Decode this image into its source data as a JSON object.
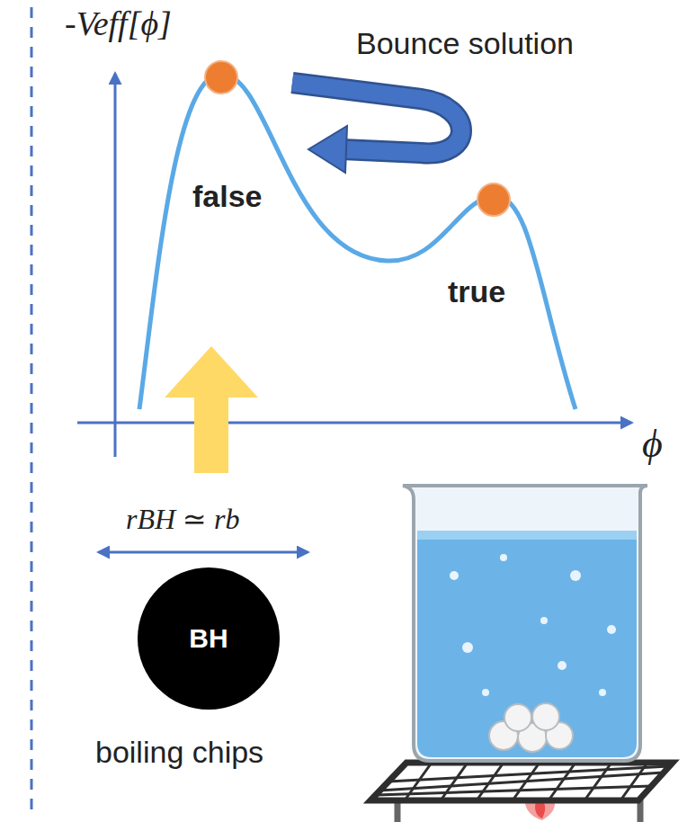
{
  "diagram": {
    "nodes": [
      {
        "text": [
          "BH"
        ]
      }
    ],
    "labels": [
      "-Veff[ϕ]",
      "Bounce solution",
      "false",
      "true",
      "ϕ",
      "rBH ≃ rb",
      "boiling chips"
    ]
  }
}
